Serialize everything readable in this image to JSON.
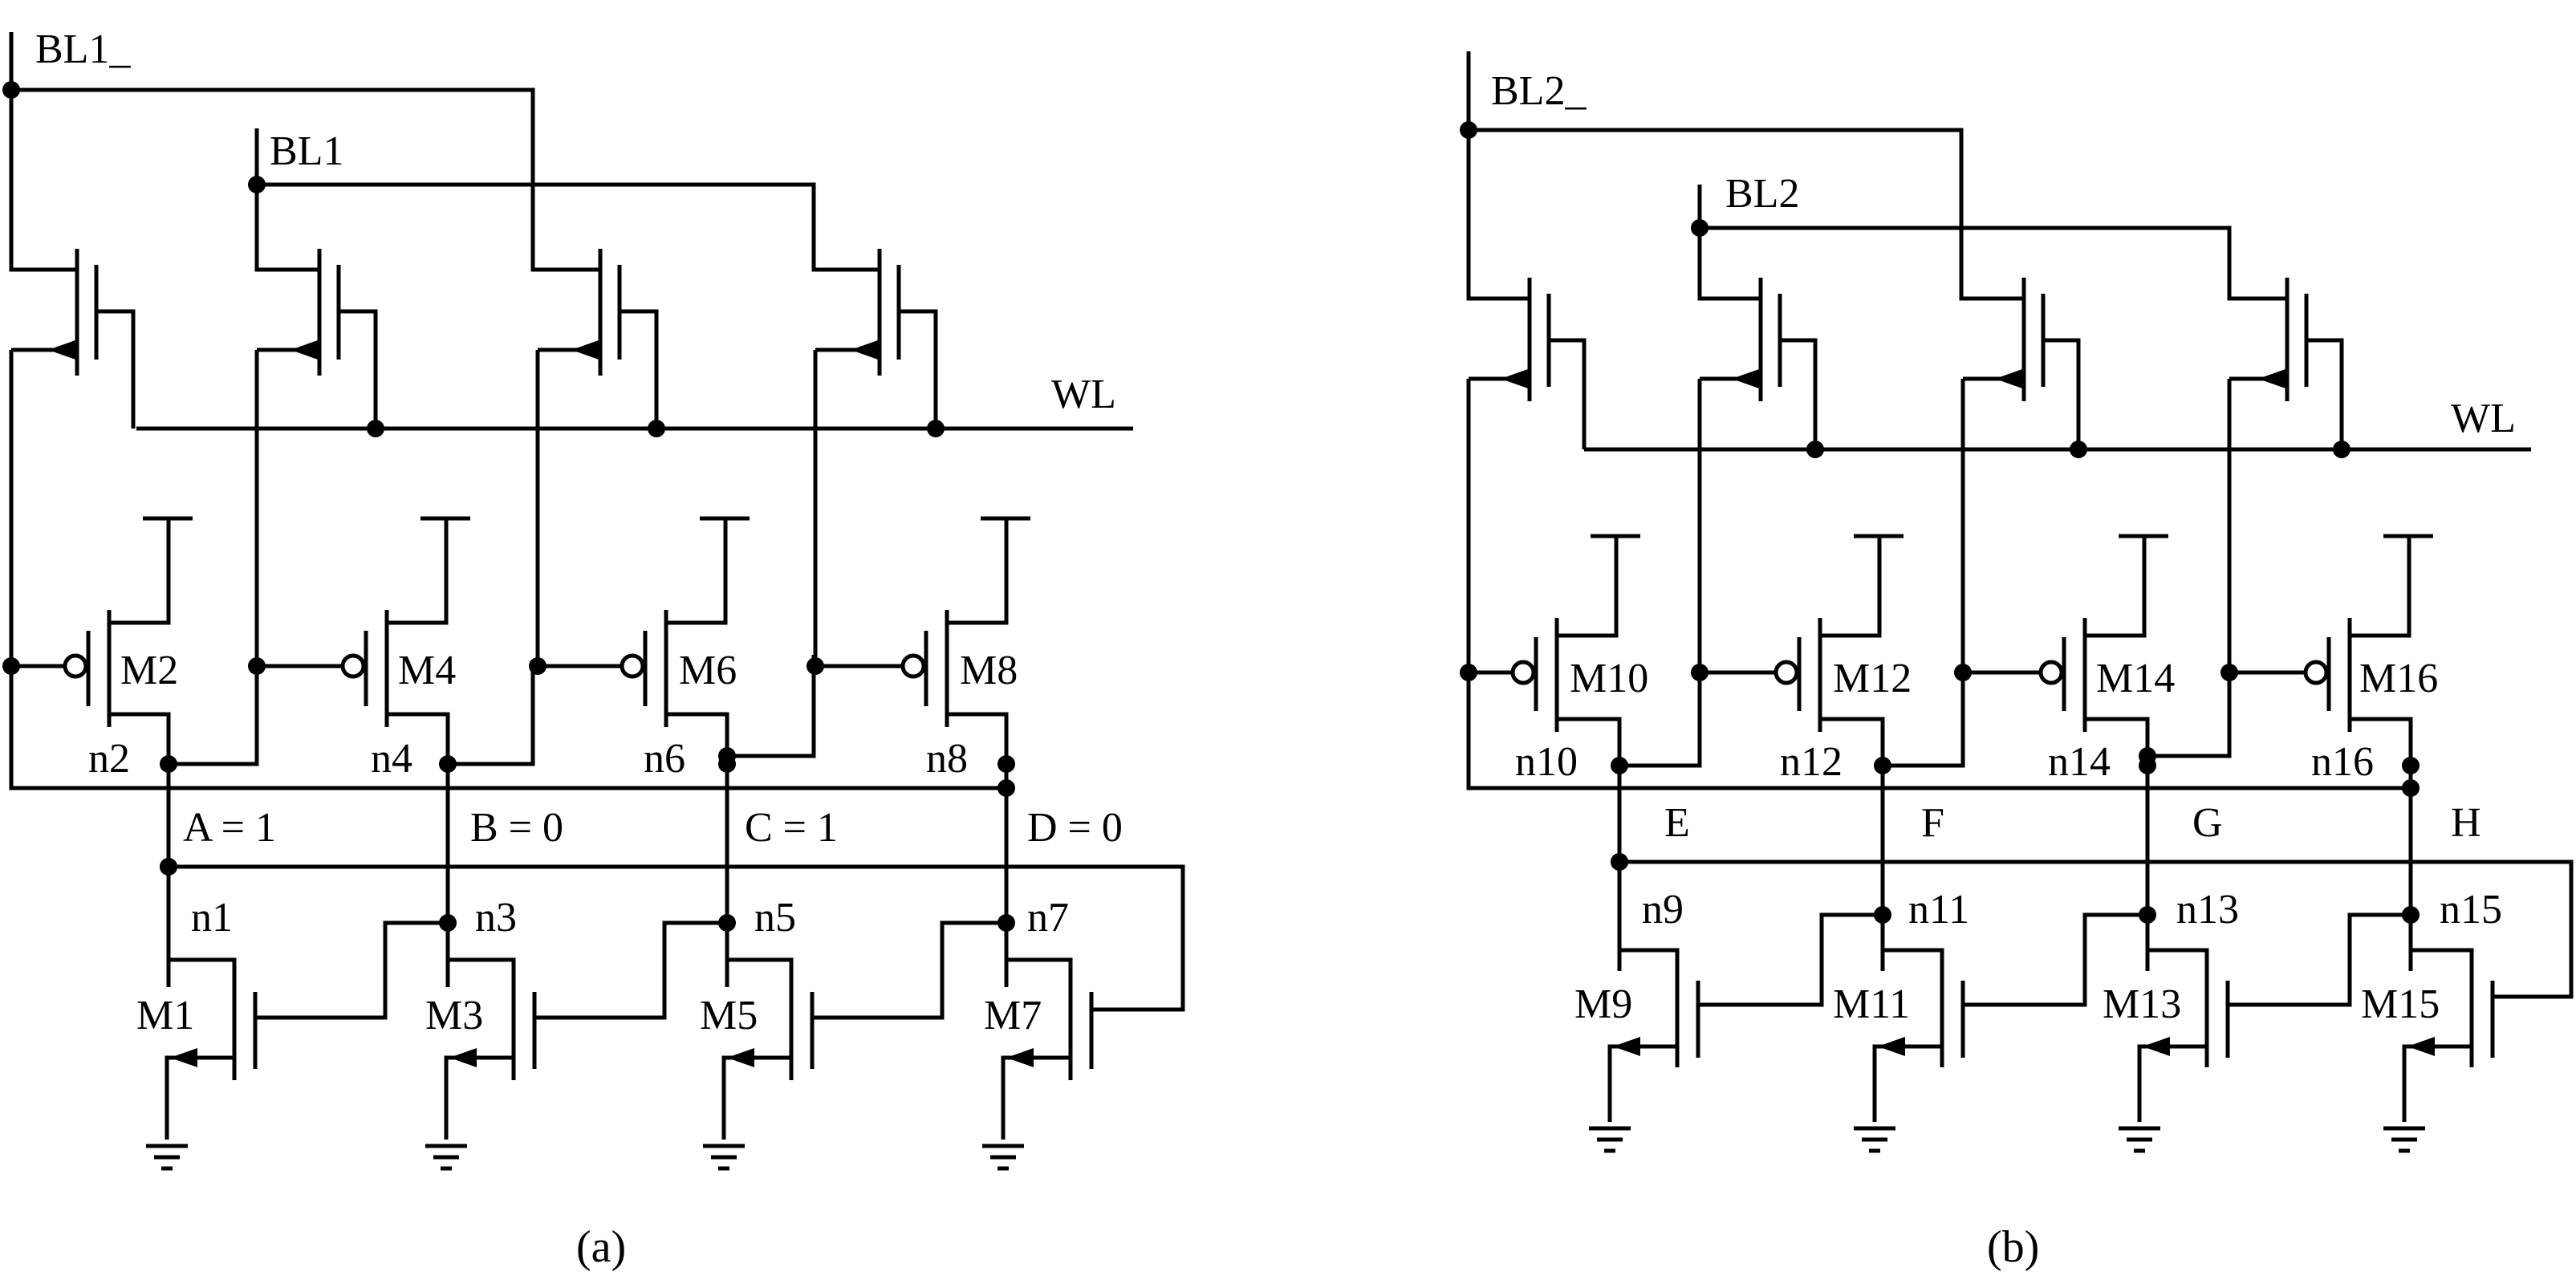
{
  "figure_a": {
    "caption": "(a)",
    "bitlines": {
      "bl_bar": "BL1_",
      "bl": "BL1"
    },
    "wordline": "WL",
    "pmos": [
      {
        "transistor": "M2",
        "node": "n2"
      },
      {
        "transistor": "M4",
        "node": "n4"
      },
      {
        "transistor": "M6",
        "node": "n6"
      },
      {
        "transistor": "M8",
        "node": "n8"
      }
    ],
    "nmos": [
      {
        "transistor": "M1",
        "node": "n1"
      },
      {
        "transistor": "M3",
        "node": "n3"
      },
      {
        "transistor": "M5",
        "node": "n5"
      },
      {
        "transistor": "M7",
        "node": "n7"
      }
    ],
    "states": [
      "A = 1",
      "B = 0",
      "C = 1",
      "D = 0"
    ]
  },
  "figure_b": {
    "caption": "(b)",
    "bitlines": {
      "bl_bar": "BL2_",
      "bl": "BL2"
    },
    "wordline": "WL",
    "pmos": [
      {
        "transistor": "M10",
        "node": "n10"
      },
      {
        "transistor": "M12",
        "node": "n12"
      },
      {
        "transistor": "M14",
        "node": "n14"
      },
      {
        "transistor": "M16",
        "node": "n16"
      }
    ],
    "nmos": [
      {
        "transistor": "M9",
        "node": "n9"
      },
      {
        "transistor": "M11",
        "node": "n11"
      },
      {
        "transistor": "M13",
        "node": "n13"
      },
      {
        "transistor": "M15",
        "node": "n15"
      }
    ],
    "states": [
      "E",
      "F",
      "G",
      "H"
    ]
  },
  "style": {
    "line_color": "#000000",
    "background": "#ffffff"
  }
}
